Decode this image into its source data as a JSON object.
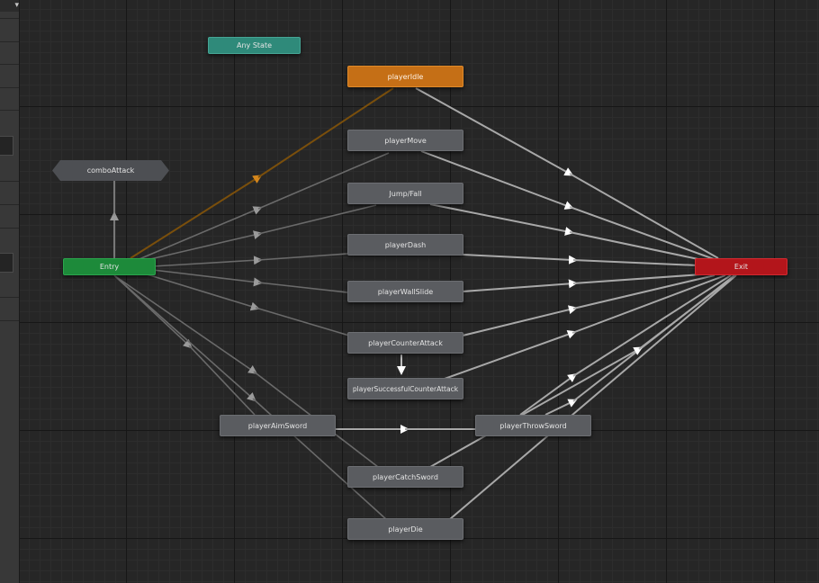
{
  "sidebar": {
    "dropdown_glyph": "▾"
  },
  "colors": {
    "default_state": "#c56f16",
    "entry": "#1d8a3a",
    "exit": "#b3151b",
    "any_state": "#2f8a7a",
    "state": "#5a5c60",
    "transition": "#8c8c8c",
    "default_transition": "#7a4f0c"
  },
  "nodes": {
    "any_state": "Any State",
    "player_idle": "playerIdle",
    "combo_attack": "comboAttack",
    "player_move": "playerMove",
    "jump_fall": "Jump/Fall",
    "entry": "Entry",
    "player_dash": "playerDash",
    "exit": "Exit",
    "player_wall_slide": "playerWallSlide",
    "player_counter_attack": "playerCounterAttack",
    "player_successful_counter_attack": "playerSuccessfulCounterAttack",
    "player_aim_sword": "playerAimSword",
    "player_throw_sword": "playerThrowSword",
    "player_catch_sword": "playerCatchSword",
    "player_die": "playerDie"
  }
}
